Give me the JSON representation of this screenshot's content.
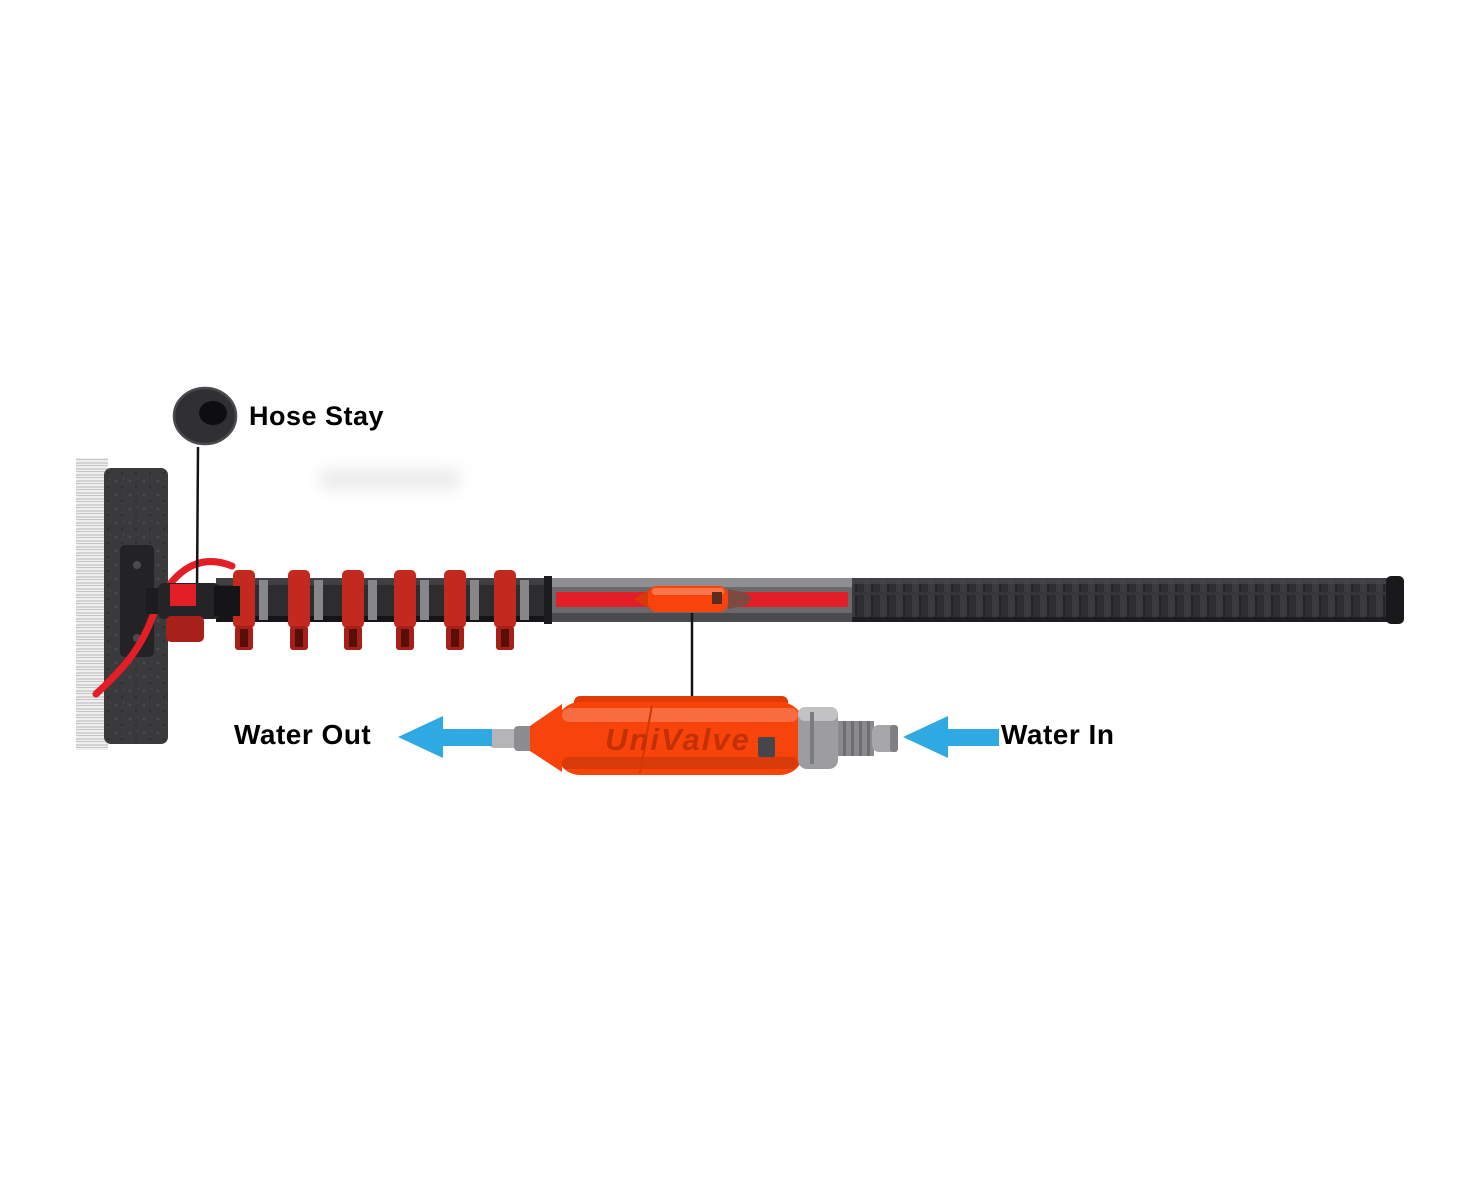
{
  "diagram": {
    "labels": {
      "hose_stay": "Hose Stay",
      "water_out": "Water Out",
      "water_in": "Water In"
    },
    "valve_brand": "UniValve",
    "colors": {
      "arrow_blue": "#2fa9e1",
      "hose_red": "#e31e26",
      "clamp_red": "#c4291f",
      "valve_orange": "#f8430b",
      "pole_gray": "#6a6a6c",
      "pole_dark": "#2d2d2f"
    }
  }
}
